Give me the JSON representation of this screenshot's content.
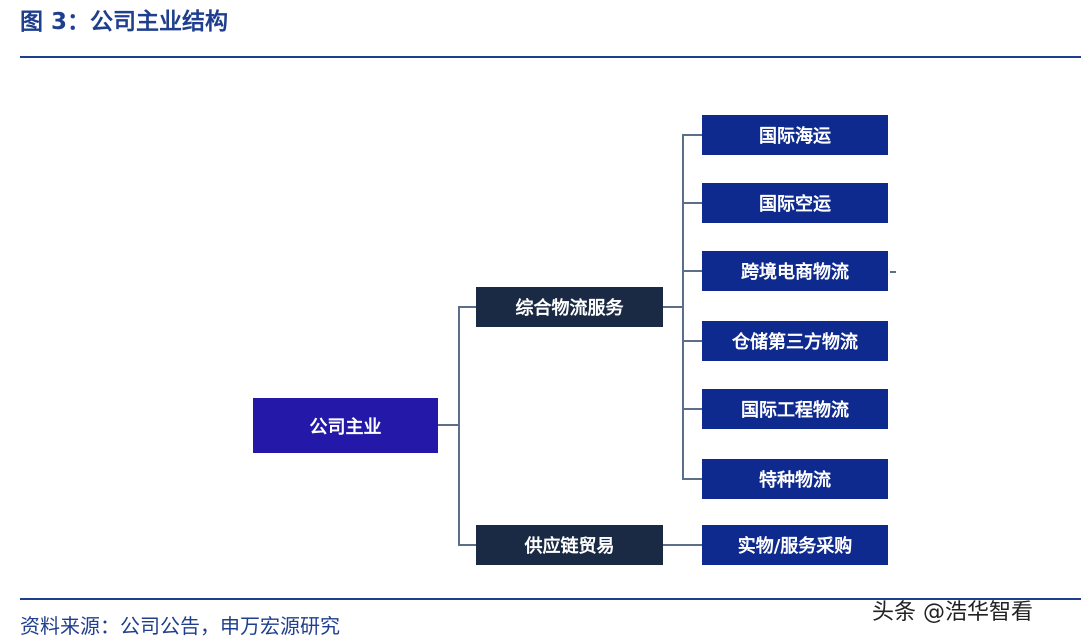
{
  "title": "图 3：公司主业结构",
  "diagram": {
    "root": "公司主业",
    "branches": [
      {
        "label": "综合物流服务",
        "children": [
          "国际海运",
          "国际空运",
          "跨境电商物流",
          "仓储第三方物流",
          "国际工程物流",
          "特种物流"
        ]
      },
      {
        "label": "供应链贸易",
        "children": [
          "实物/服务采购"
        ]
      }
    ]
  },
  "footer": {
    "source": "资料来源：公司公告，申万宏源研究",
    "watermark": "头条 @浩华智看"
  }
}
